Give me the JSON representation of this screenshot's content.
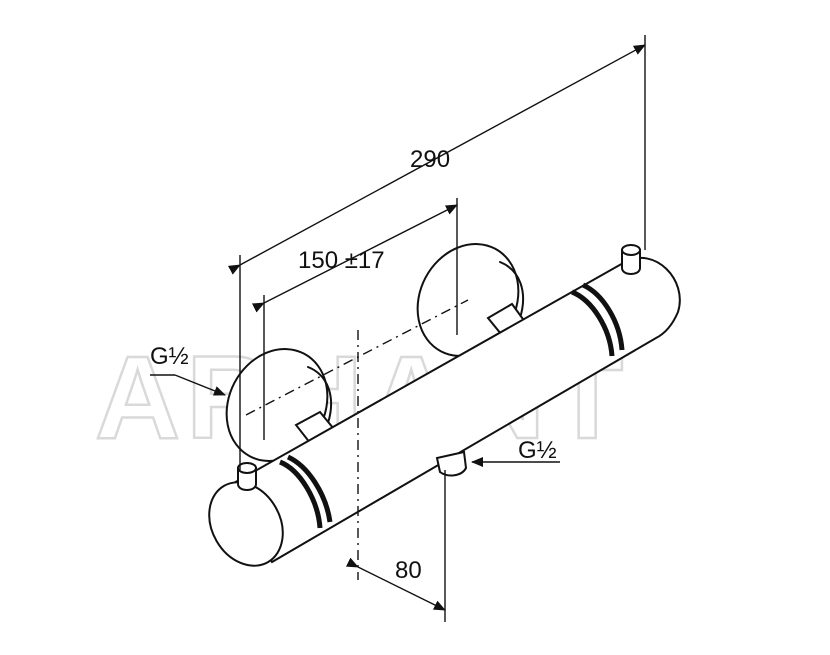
{
  "dimensions": {
    "overall_length": "290",
    "inlet_spacing": "150 ±17",
    "outlet_offset": "80"
  },
  "connections": {
    "left_inlet": "G½",
    "bottom_outlet": "G½"
  },
  "watermark": "ARHANT"
}
